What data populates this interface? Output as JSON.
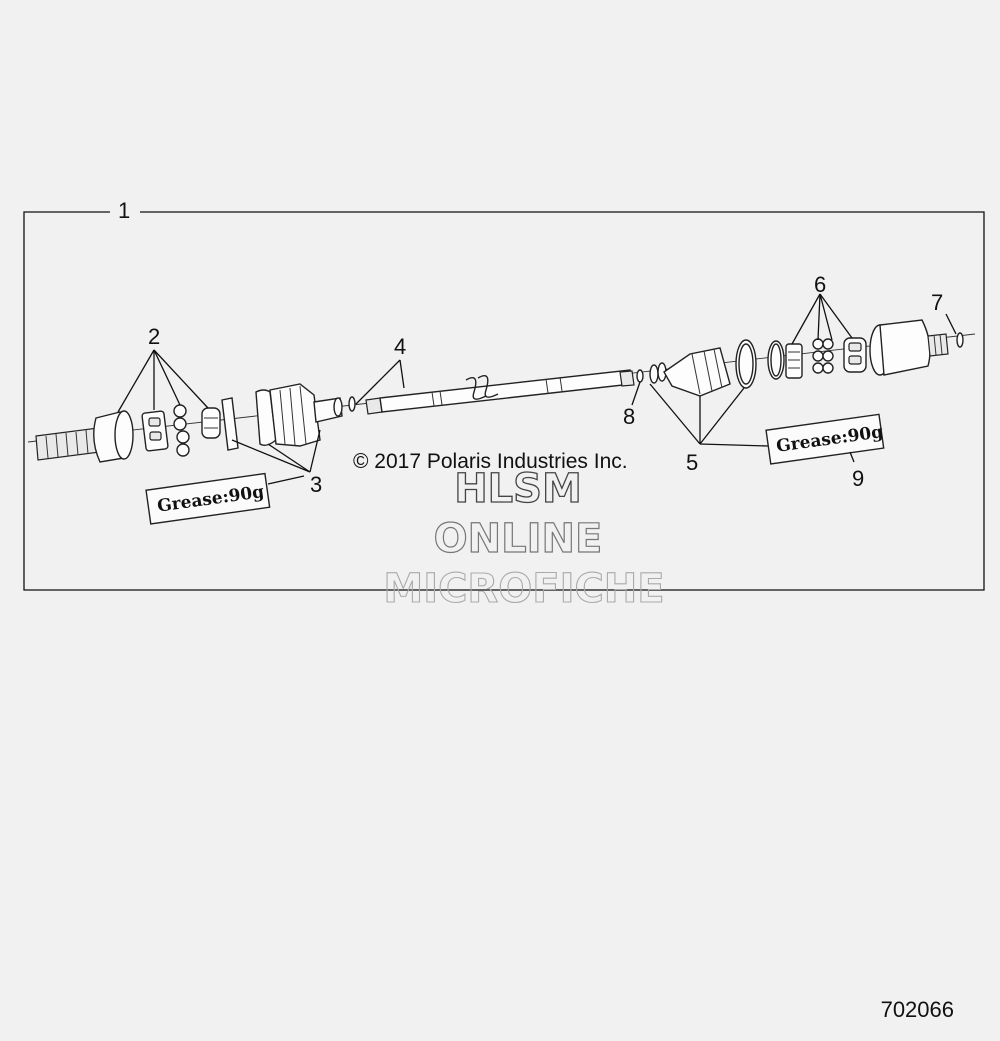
{
  "callouts": {
    "c1": "1",
    "c2": "2",
    "c3": "3",
    "c4": "4",
    "c5": "5",
    "c6": "6",
    "c7": "7",
    "c8": "8",
    "c9": "9"
  },
  "grease_left": "Grease:90g",
  "grease_right": "Grease:90g",
  "copyright": "© 2017 Polaris Industries Inc.",
  "watermark": {
    "line1": "HLSM",
    "line2": "ONLINE",
    "line3": "MICROFICHE"
  },
  "drawing_number": "702066",
  "colors": {
    "background": "#f1f1f1",
    "line": "#222222",
    "watermark_outline": "#9a9a9a"
  }
}
